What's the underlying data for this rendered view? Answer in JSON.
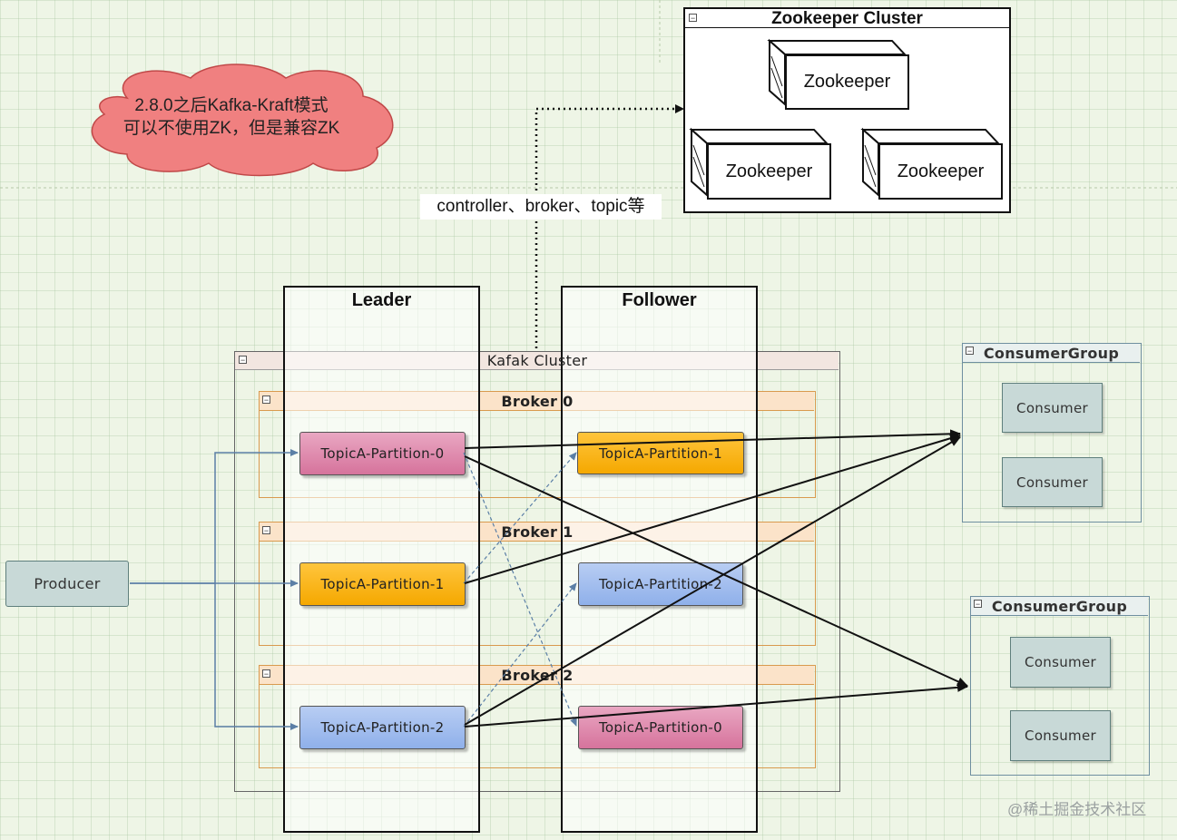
{
  "cloud": {
    "line1": "2.8.0之后Kafka-Kraft模式",
    "line2": "可以不使用ZK，但是兼容ZK"
  },
  "zookeeper_cluster": {
    "title": "Zookeeper Cluster",
    "nodes": [
      "Zookeeper",
      "Zookeeper",
      "Zookeeper"
    ]
  },
  "metadata_label": "controller、broker、topic等",
  "columns": {
    "leader": "Leader",
    "follower": "Follower"
  },
  "kafka_cluster": {
    "title": "Kafak Cluster"
  },
  "brokers": [
    {
      "label": "Broker 0",
      "leader_partition": "TopicA-Partition-0",
      "follower_partition": "TopicA-Partition-1"
    },
    {
      "label": "Broker 1",
      "leader_partition": "TopicA-Partition-1",
      "follower_partition": "TopicA-Partition-2"
    },
    {
      "label": "Broker 2",
      "leader_partition": "TopicA-Partition-2",
      "follower_partition": "TopicA-Partition-0"
    }
  ],
  "producer": "Producer",
  "consumer_groups": [
    {
      "title": "ConsumerGroup",
      "consumers": [
        "Consumer",
        "Consumer"
      ]
    },
    {
      "title": "ConsumerGroup",
      "consumers": [
        "Consumer",
        "Consumer"
      ]
    }
  ],
  "watermark": "@稀土掘金技术社区",
  "colors": {
    "background": "#eef5e6",
    "partition_0": "#d6739c",
    "partition_1": "#f5a800",
    "partition_2": "#8fb0ea",
    "broker_border": "#d99a4e",
    "consumer_fill": "#c8d9d7",
    "cloud_fill": "#f08080"
  }
}
